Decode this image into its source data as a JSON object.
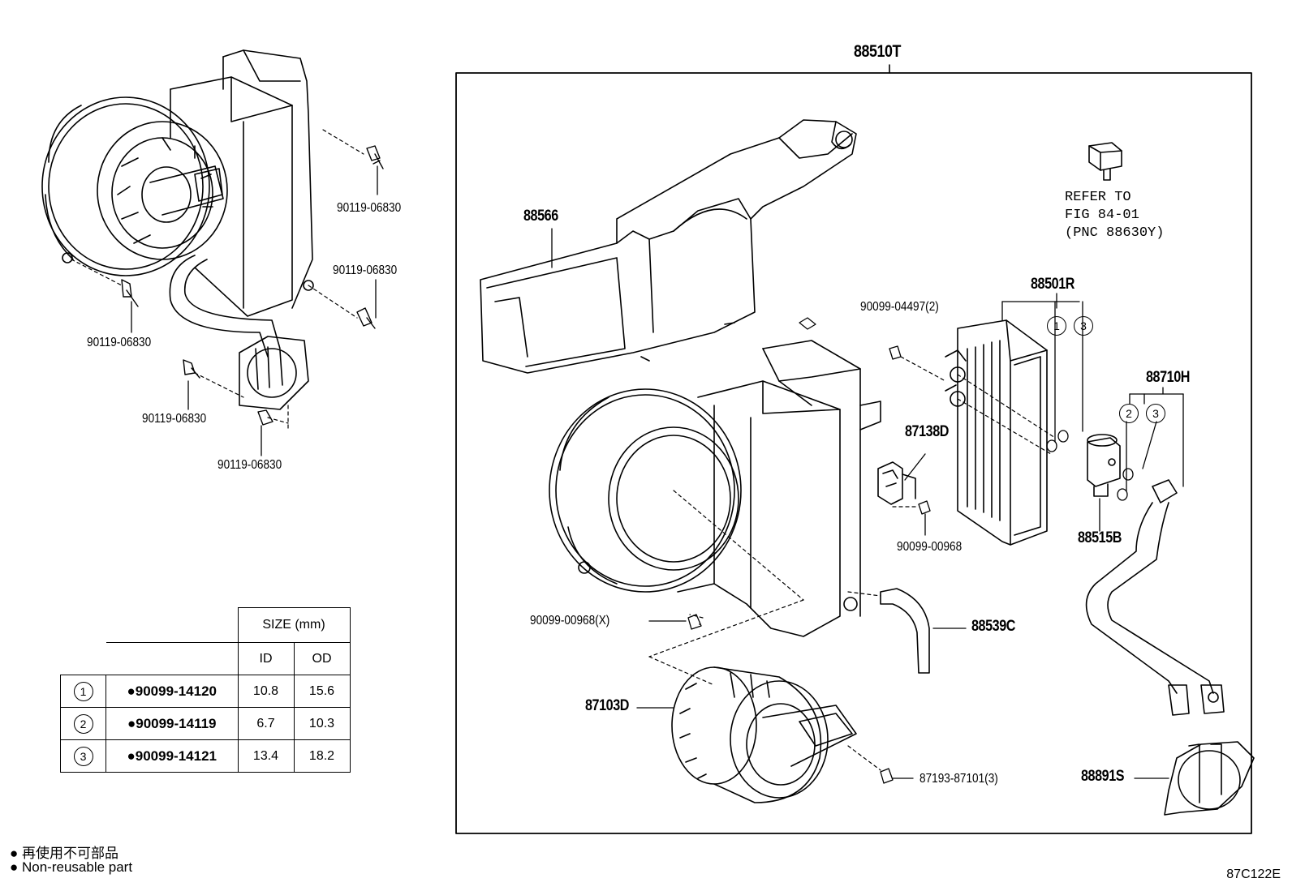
{
  "callouts": {
    "assy": "88510T",
    "duct": "88566",
    "refer_line1": "REFER TO",
    "refer_line2": "FIG 84-01",
    "refer_line3": "(PNC 88630Y)",
    "evap": "88501R",
    "bolt_2": "90099-04497(2)",
    "resistor": "87138D",
    "screw_resistor": "90099-00968",
    "valve": "88515B",
    "tube": "88710H",
    "hose": "88539C",
    "screw_x": "90099-00968(X)",
    "blower_motor": "87103D",
    "screw_3": "87193-87101(3)",
    "grommet": "88891S",
    "bolt_a": "90119-06830",
    "bolt_b": "90119-06830",
    "bolt_c": "90119-06830",
    "bolt_d": "90119-06830",
    "bolt_e": "90119-06830",
    "circle_1": "1",
    "circle_2": "2",
    "circle_3": "3"
  },
  "size_table": {
    "header": "SIZE (mm)",
    "col_id": "ID",
    "col_od": "OD",
    "rows": [
      {
        "no": "1",
        "part": "●90099-14120",
        "id": "10.8",
        "od": "15.6"
      },
      {
        "no": "2",
        "part": "●90099-14119",
        "id": "6.7",
        "od": "10.3"
      },
      {
        "no": "3",
        "part": "●90099-14121",
        "id": "13.4",
        "od": "18.2"
      }
    ]
  },
  "legend": {
    "line1": "● 再使用不可部品",
    "line2": "● Non-reusable part"
  },
  "figure_code": "87C122E"
}
